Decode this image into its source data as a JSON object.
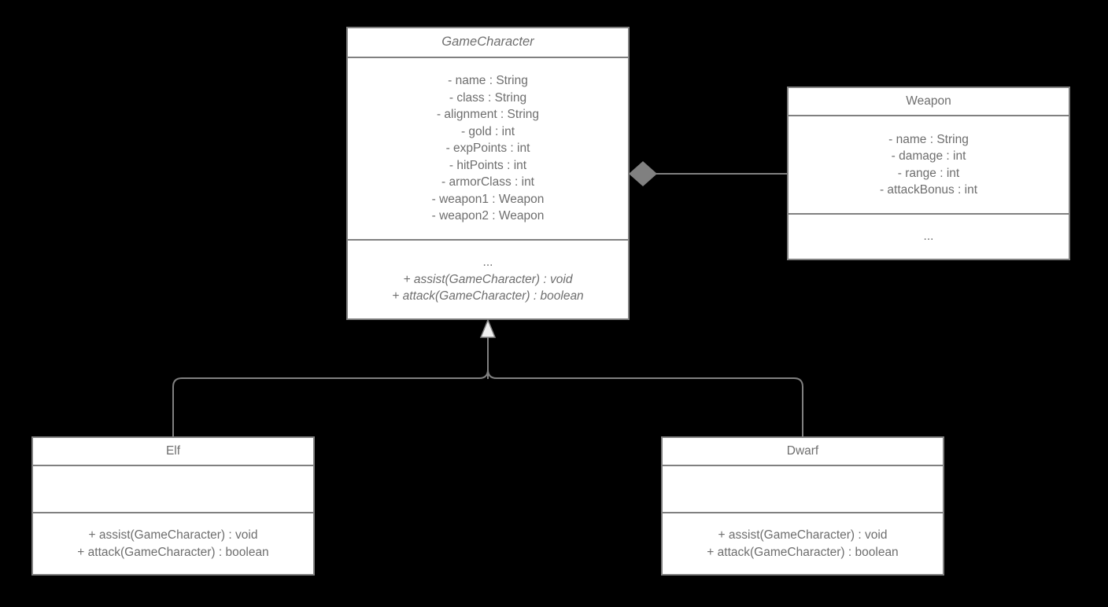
{
  "diagram": {
    "type": "uml-class-diagram",
    "background_color": "#000000",
    "box_fill_color": "#ffffff",
    "line_color": "#808080",
    "text_color": "#6e6e6e"
  },
  "classes": {
    "gamecharacter": {
      "name": "GameCharacter",
      "abstract": true,
      "attributes": [
        "- name : String",
        "- class : String",
        "- alignment : String",
        "- gold : int",
        "- expPoints : int",
        "- hitPoints : int",
        "- armorClass : int",
        "- weapon1 : Weapon",
        "- weapon2 : Weapon"
      ],
      "operations": [
        "...",
        "+ assist(GameCharacter) : void",
        "+ attack(GameCharacter) : boolean"
      ],
      "operations_abstract": [
        false,
        true,
        true
      ]
    },
    "weapon": {
      "name": "Weapon",
      "abstract": false,
      "attributes": [
        "- name : String",
        "- damage : int",
        "- range : int",
        "- attackBonus : int"
      ],
      "operations": [
        "..."
      ],
      "operations_abstract": [
        false
      ]
    },
    "elf": {
      "name": "Elf",
      "abstract": false,
      "attributes": [],
      "operations": [
        "+ assist(GameCharacter) : void",
        "+ attack(GameCharacter) : boolean"
      ],
      "operations_abstract": [
        false,
        false
      ]
    },
    "dwarf": {
      "name": "Dwarf",
      "abstract": false,
      "attributes": [],
      "operations": [
        "+ assist(GameCharacter) : void",
        "+ attack(GameCharacter) : boolean"
      ],
      "operations_abstract": [
        false,
        false
      ]
    }
  },
  "relationships": [
    {
      "id": "composition-gamecharacter-weapon",
      "kind": "composition",
      "from": "gamecharacter",
      "to": "weapon",
      "marker": "filled-diamond",
      "marker_color": "#808080"
    },
    {
      "id": "generalization-elf-gamecharacter",
      "kind": "generalization",
      "from": "elf",
      "to": "gamecharacter",
      "marker": "hollow-triangle",
      "marker_color": "#f0f0f0"
    },
    {
      "id": "generalization-dwarf-gamecharacter",
      "kind": "generalization",
      "from": "dwarf",
      "to": "gamecharacter",
      "marker": "hollow-triangle",
      "marker_color": "#f0f0f0"
    }
  ]
}
